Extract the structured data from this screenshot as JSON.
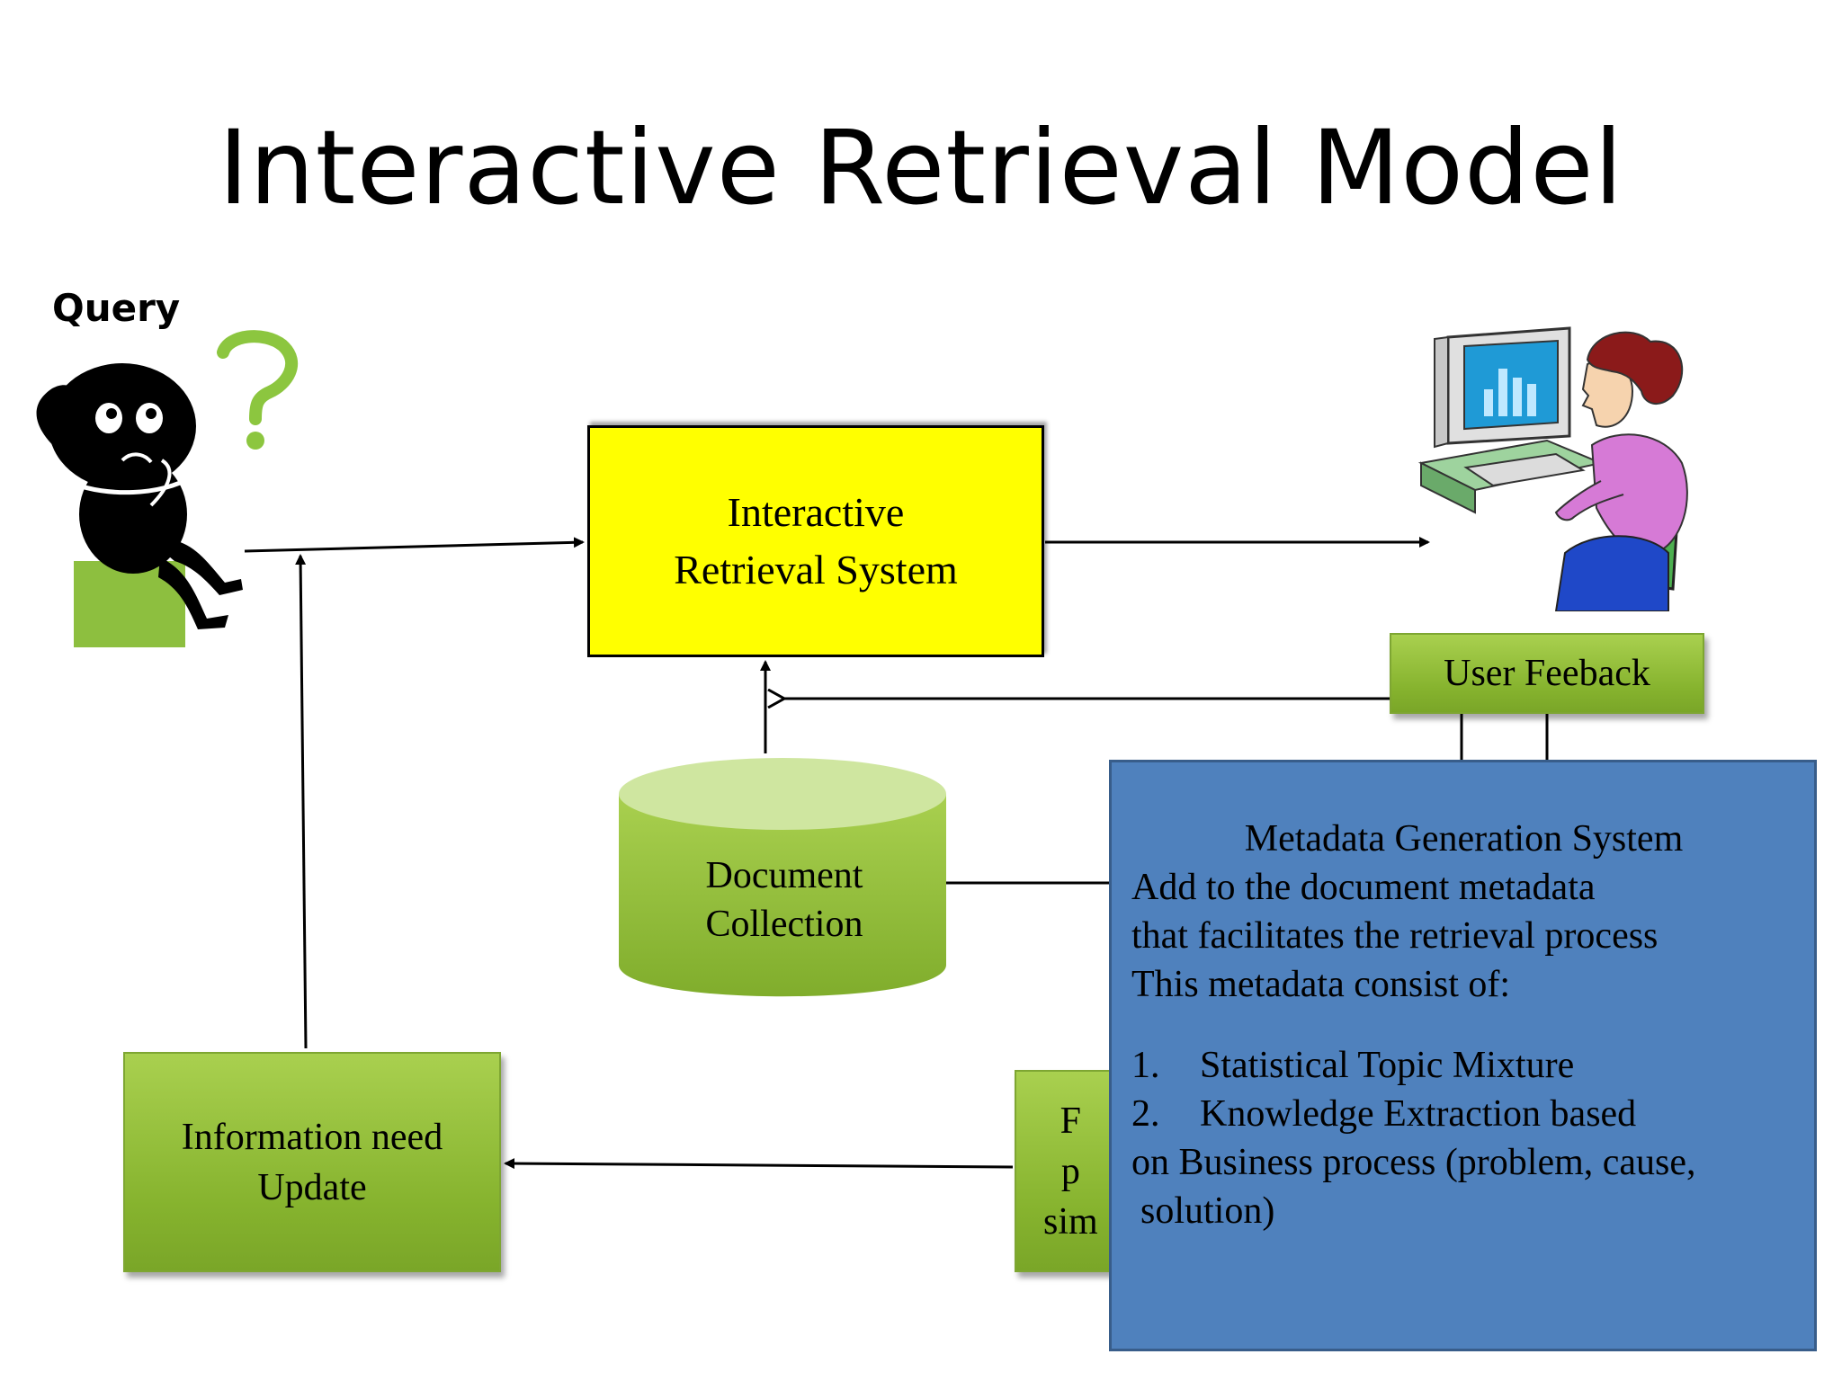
{
  "title": "Interactive Retrieval Model",
  "query_label": "Query",
  "irs": {
    "line1": "Interactive",
    "line2": "Retrieval System"
  },
  "user_feedback": "User Feeback",
  "document_collection": {
    "line1": "Document",
    "line2": "Collection"
  },
  "info_need": {
    "line1": "Information need",
    "line2": "Update"
  },
  "hidden_box_fragment": {
    "line1": "F",
    "line2": "p",
    "line3": "sim"
  },
  "metadata": {
    "heading": "Metadata Generation System",
    "lines": [
      "Add to the document metadata",
      "that facilitates the retrieval process",
      "This metadata consist of:"
    ],
    "items": [
      {
        "num": "1.",
        "text": "Statistical Topic Mixture"
      },
      {
        "num": "2.",
        "text": "Knowledge Extraction based"
      }
    ],
    "tail": [
      "on Business process (problem, cause,",
      "solution)"
    ]
  },
  "colors": {
    "yellow": "#ffff00",
    "green": "#8dbb34",
    "blue_box": "#4f81bd",
    "question_mark": "#8cc63f"
  },
  "icons": [
    "thinking-person-icon",
    "question-mark-icon",
    "woman-at-computer-icon"
  ]
}
